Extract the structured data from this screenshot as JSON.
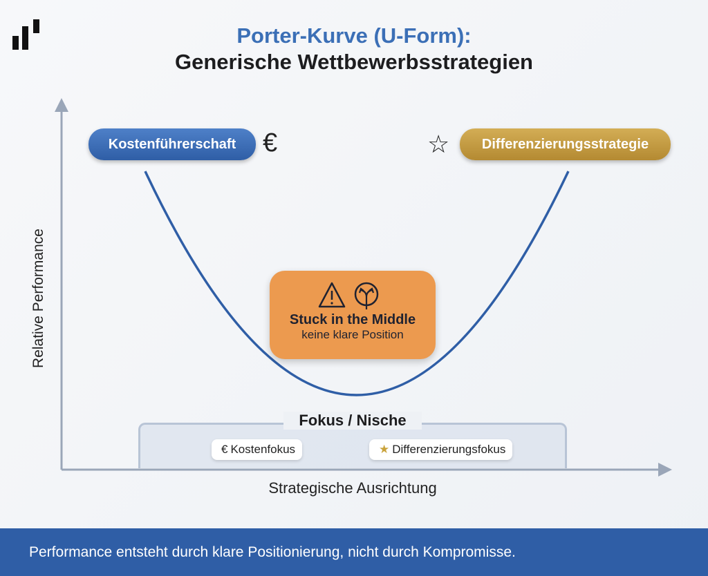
{
  "title_line1": "Porter-Kurve (U-Form):",
  "title_line2": "Generische Wettbewerbsstrategien",
  "left_strategy": {
    "label": "Kostenführerschaft",
    "icon": "€"
  },
  "right_strategy": {
    "label": "Differenzierungsstrategie",
    "icon": "☆"
  },
  "middle": {
    "title": "Stuck in the Middle",
    "subtitle": "keine klare Position"
  },
  "y_axis_label": "Relative Performance",
  "x_axis_label": "Strategische Ausrichtung",
  "focus": {
    "title": "Fokus / Nische",
    "tags": [
      {
        "icon": "€",
        "label": "Kostenfokus"
      },
      {
        "icon": "★",
        "label": "Differenzierungsfokus"
      }
    ]
  },
  "banner": "Performance entsteht durch klare Positionierung, nicht durch Kompromisse.",
  "colors": {
    "blue": "#2f5ea6",
    "gold": "#b48a32",
    "orange": "#ec9a4f"
  }
}
